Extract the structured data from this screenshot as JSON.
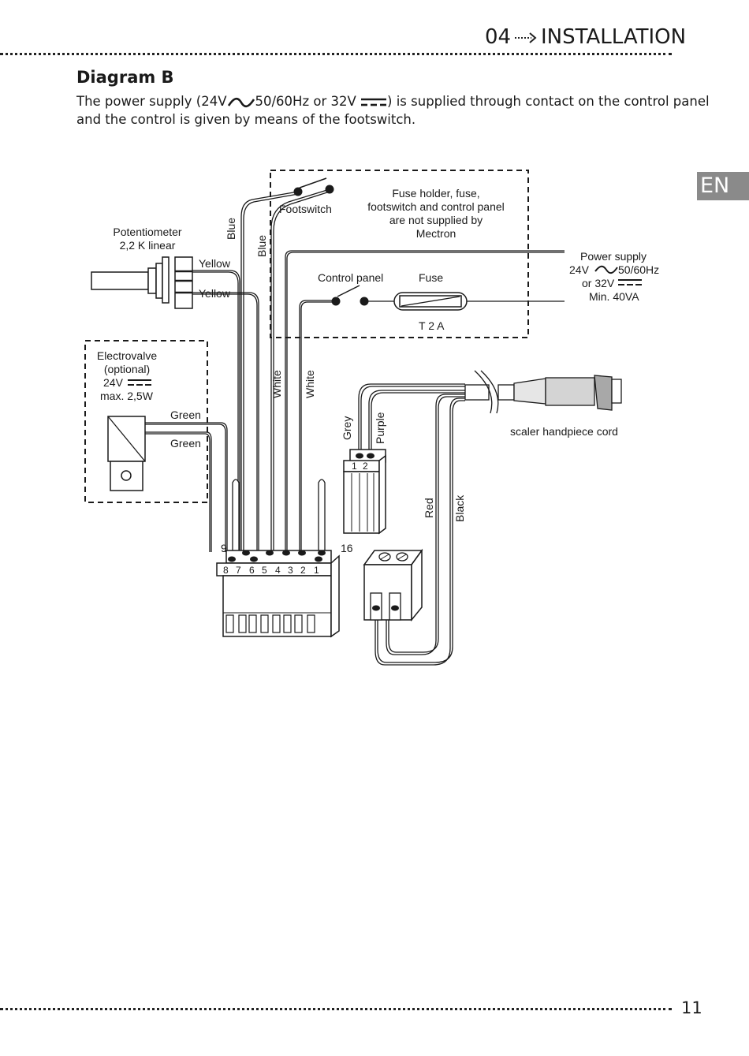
{
  "header": {
    "section_number": "04",
    "section_title": "INSTALLATION",
    "tab_label": "EN",
    "page_number": "11"
  },
  "intro": {
    "heading": "Diagram B",
    "line1_a": "The power supply (24V",
    "line1_b": "50/60Hz or 32V",
    "line1_c": ") is supplied through contact on the control panel",
    "line2": "and the control is given by means of the footswitch."
  },
  "diagram": {
    "potentiometer": [
      "Potentiometer",
      "2,2 K linear"
    ],
    "yellow_1": "Yellow",
    "yellow_2": "Yellow",
    "blue_1": "Blue",
    "blue_2": "Blue",
    "footswitch": "Footswitch",
    "not_supplied": [
      "Fuse holder, fuse,",
      "footswitch and control panel",
      "are not supplied by",
      "Mectron"
    ],
    "control_panel": "Control panel",
    "fuse": "Fuse",
    "fuse_rating": "T 2 A",
    "power_supply": {
      "title": "Power supply",
      "ac_a": "24V",
      "ac_b": "50/60Hz",
      "dc_a": "or 32V",
      "min": "Min. 40VA"
    },
    "electrovalve": {
      "title": "Electrovalve",
      "optional": "(optional)",
      "voltage": "24V",
      "power": "max. 2,5W"
    },
    "green_1": "Green",
    "green_2": "Green",
    "white_1": "White",
    "white_2": "White",
    "grey": "Grey",
    "purple": "Purple",
    "red": "Red",
    "black": "Black",
    "handpiece_cord": "scaler handpiece cord",
    "small_connector_pins": [
      "1",
      "2"
    ],
    "terminal_start": "9",
    "terminal_end": "16",
    "terminal_pins": [
      "8",
      "7",
      "6",
      "5",
      "4",
      "3",
      "2",
      "1"
    ]
  }
}
